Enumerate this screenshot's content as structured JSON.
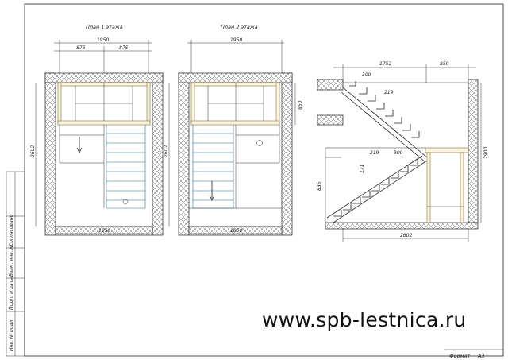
{
  "plan1": {
    "title": "План 1 этажа",
    "dim_total": "1950",
    "dim_left": "875",
    "dim_right": "875",
    "dim_height": "2602",
    "dim_bottom": "1850"
  },
  "plan2": {
    "title": "План 2 этажа",
    "dim_total": "1950",
    "dim_side": "850",
    "dim_height": "2602",
    "dim_bottom": "1850"
  },
  "section": {
    "dim_top_left": "1752",
    "dim_top_right": "850",
    "dim_step_w1": "300",
    "dim_step_h1": "219",
    "dim_step_h2": "219",
    "dim_step_w2": "300",
    "dim_riser": "171",
    "dim_landing_h": "835",
    "dim_total_h": "2900",
    "dim_bottom": "2602"
  },
  "title_block": {
    "labels": [
      "Согласовано",
      "Взам. инв. №",
      "Подп. и дата",
      "Инв. № подл."
    ],
    "format_label": "Формат",
    "format_value": "А3"
  },
  "website": "www.spb-lestnica.ru"
}
